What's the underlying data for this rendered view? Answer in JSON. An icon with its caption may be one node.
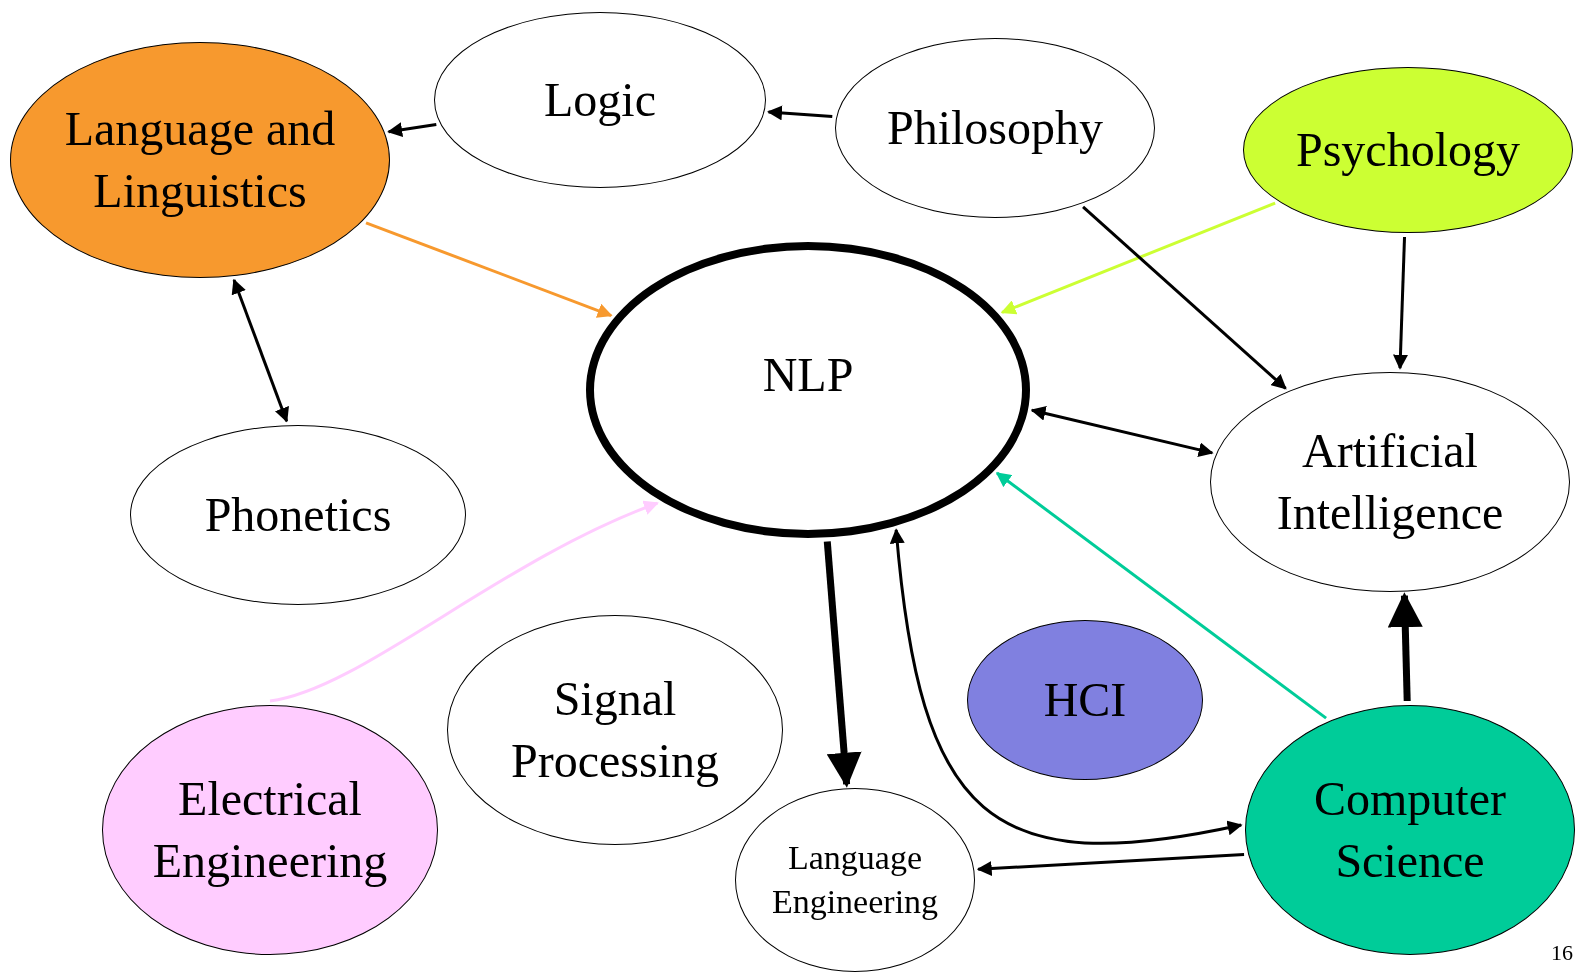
{
  "diagram": {
    "nodes": [
      {
        "text": [
          "Language and Linguistics"
        ]
      },
      {
        "text": [
          "Logic"
        ]
      },
      {
        "text": [
          "Philosophy"
        ]
      },
      {
        "text": [
          "Psychology"
        ]
      },
      {
        "text": [
          "NLP"
        ]
      },
      {
        "text": [
          "Artificial Intelligence"
        ]
      },
      {
        "text": [
          "Phonetics"
        ]
      },
      {
        "text": [
          "Signal Processing"
        ]
      },
      {
        "text": [
          "HCI"
        ]
      },
      {
        "text": [
          "Electrical Engineering"
        ]
      },
      {
        "text": [
          "Language Engineering"
        ]
      },
      {
        "text": [
          "Computer Science"
        ]
      }
    ],
    "edges": [
      {
        "from": 1,
        "to": 0,
        "arrow": "to"
      },
      {
        "from": 2,
        "to": 1,
        "arrow": "to"
      },
      {
        "from": 0,
        "to": 4,
        "arrow": "to",
        "color": "#f7992e"
      },
      {
        "from": 0,
        "to": 6,
        "arrow": "both"
      },
      {
        "from": 3,
        "to": 4,
        "arrow": "to",
        "color": "#ccff33"
      },
      {
        "from": 2,
        "to": 5,
        "arrow": "to"
      },
      {
        "from": 3,
        "to": 5,
        "arrow": "to"
      },
      {
        "from": 4,
        "to": 5,
        "arrow": "both"
      },
      {
        "from": 11,
        "to": 4,
        "arrow": "to",
        "color": "#00cc99"
      },
      {
        "from": 11,
        "to": 5,
        "arrow": "to",
        "style": "thick"
      },
      {
        "from": 4,
        "to": 10,
        "arrow": "to",
        "style": "thick"
      },
      {
        "from": 11,
        "to": 10,
        "arrow": "to"
      },
      {
        "from": 4,
        "to": 11,
        "arrow": "both"
      },
      {
        "from": 9,
        "to": 4,
        "arrow": "to",
        "color": "#ffccff"
      }
    ],
    "labels": [
      "16"
    ]
  }
}
